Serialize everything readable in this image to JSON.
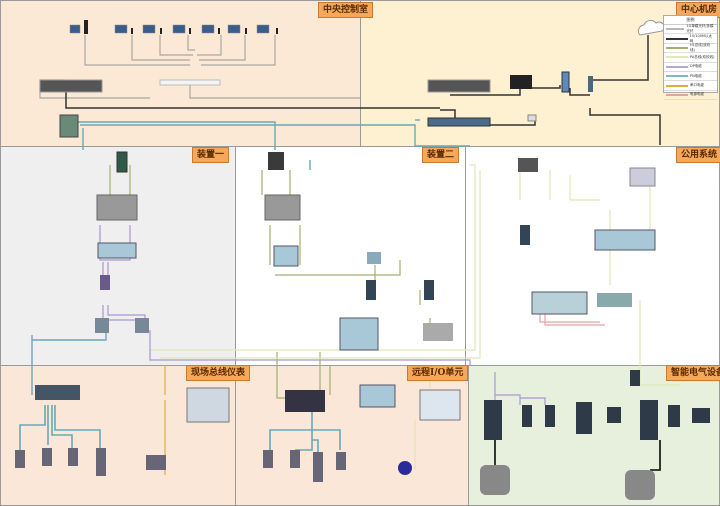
{
  "zones": {
    "central_control_room": "中央控制室",
    "central_machine_room": "中心机房",
    "unit_one": "装置一",
    "unit_two": "装置二",
    "public_system": "公用系统",
    "fieldbus_instruments": "现场总线仪表",
    "remote_io": "远程I/O单元",
    "smart_electrical": "智能电气设备"
  },
  "legend": {
    "title": "图例",
    "items": [
      {
        "label": "1G单模光纤/多模光纤",
        "color": "#b8b8b8"
      },
      {
        "label": "10/100M以太网",
        "color": "#333333"
      },
      {
        "label": "H1总线(双绞线)",
        "color": "#a0b070"
      },
      {
        "label": "PA总线(双绞线)",
        "color": "#dfe6b8"
      },
      {
        "label": "DP电缆",
        "color": "#b8a8d8"
      },
      {
        "label": "PN电缆",
        "color": "#7fb8c8"
      },
      {
        "label": "串口电缆",
        "color": "#d8b040"
      },
      {
        "label": "电源电缆",
        "color": "#e8a0a0"
      }
    ]
  },
  "colors": {
    "control_room_bg": "#fbe9d6",
    "machine_room_bg": "#fdf1d2",
    "unit_one_bg": "#efefef",
    "field_bg": "#fbe7d8",
    "electrical_bg": "#e6f0dc",
    "header_bg": "#f6a85a"
  }
}
